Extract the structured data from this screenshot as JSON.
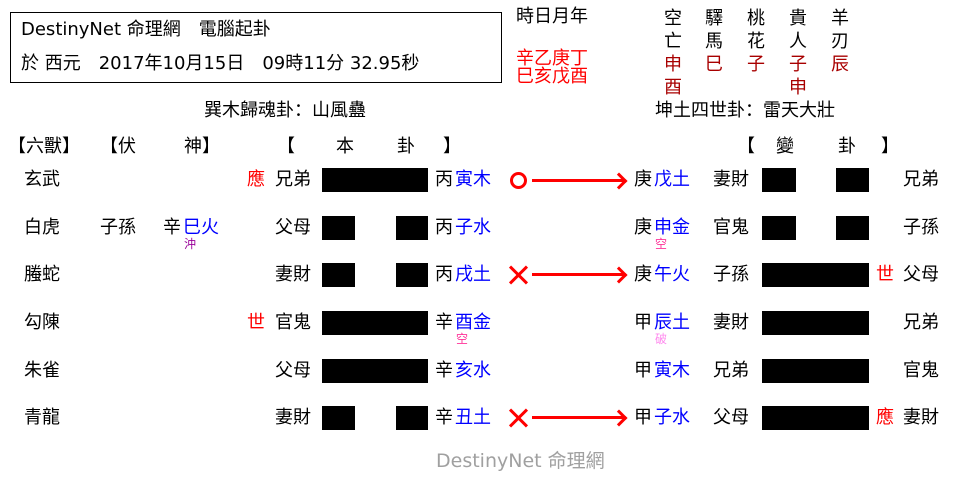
{
  "header": {
    "title_line": "DestinyNet 命理網　電腦起卦",
    "date_line": "於 西元　2017年10月15日　09時11分 32.95秒"
  },
  "pillars": {
    "label": "時日月年",
    "stems": "辛乙庚丁",
    "branches": "巳亥戊酉"
  },
  "shensha": [
    {
      "name_top": "空",
      "name_bottom": "亡",
      "values": [
        "申",
        "酉"
      ]
    },
    {
      "name_top": "驛",
      "name_bottom": "馬",
      "values": [
        "巳"
      ]
    },
    {
      "name_top": "桃",
      "name_bottom": "花",
      "values": [
        "子"
      ]
    },
    {
      "name_top": "貴",
      "name_bottom": "人",
      "values": [
        "子",
        "申"
      ]
    },
    {
      "name_top": "羊",
      "name_bottom": "刃",
      "values": [
        "辰"
      ]
    }
  ],
  "main_hexagram_title": "巽木歸魂卦：山風蠱",
  "changed_hexagram_title": "坤土四世卦：雷天大壯",
  "column_headers": {
    "liushou": "【六獸】",
    "fushen_open": "【伏",
    "fushen_close": "神】",
    "main_open": "【",
    "main_ben": "本",
    "main_gua": "卦",
    "main_close": "】",
    "changed_open": "【",
    "changed_bian": "變",
    "changed_gua": "卦",
    "changed_close": "】"
  },
  "lines": [
    {
      "liushou": "玄武",
      "fushen_relation": "",
      "fushen_stem": "",
      "fushen_branch": "",
      "fushen_note": "",
      "marker": "應",
      "relation": "兄弟",
      "yang": true,
      "stem": "丙",
      "branch_element": "寅木",
      "branch_note": "",
      "moving": "circle",
      "changed_stem": "庚",
      "changed_branch_element": "戊土",
      "changed_note": "",
      "changed_relation": "妻財",
      "changed_yang": false,
      "changed_marker": "",
      "changed_position_relation": "兄弟"
    },
    {
      "liushou": "白虎",
      "fushen_relation": "子孫",
      "fushen_stem": "辛",
      "fushen_branch": "巳火",
      "fushen_note": "沖",
      "marker": "",
      "relation": "父母",
      "yang": false,
      "stem": "丙",
      "branch_element": "子水",
      "branch_note": "",
      "moving": "",
      "changed_stem": "庚",
      "changed_branch_element": "申金",
      "changed_note": "空",
      "changed_relation": "官鬼",
      "changed_yang": false,
      "changed_marker": "",
      "changed_position_relation": "子孫"
    },
    {
      "liushou": "螣蛇",
      "fushen_relation": "",
      "fushen_stem": "",
      "fushen_branch": "",
      "fushen_note": "",
      "marker": "",
      "relation": "妻財",
      "yang": false,
      "stem": "丙",
      "branch_element": "戌土",
      "branch_note": "",
      "moving": "cross",
      "changed_stem": "庚",
      "changed_branch_element": "午火",
      "changed_note": "",
      "changed_relation": "子孫",
      "changed_yang": true,
      "changed_marker": "世",
      "changed_position_relation": "父母"
    },
    {
      "liushou": "勾陳",
      "fushen_relation": "",
      "fushen_stem": "",
      "fushen_branch": "",
      "fushen_note": "",
      "marker": "世",
      "relation": "官鬼",
      "yang": true,
      "stem": "辛",
      "branch_element": "酉金",
      "branch_note": "空",
      "moving": "",
      "changed_stem": "甲",
      "changed_branch_element": "辰土",
      "changed_note": "破",
      "changed_relation": "妻財",
      "changed_yang": true,
      "changed_marker": "",
      "changed_position_relation": "兄弟"
    },
    {
      "liushou": "朱雀",
      "fushen_relation": "",
      "fushen_stem": "",
      "fushen_branch": "",
      "fushen_note": "",
      "marker": "",
      "relation": "父母",
      "yang": true,
      "stem": "辛",
      "branch_element": "亥水",
      "branch_note": "",
      "moving": "",
      "changed_stem": "甲",
      "changed_branch_element": "寅木",
      "changed_note": "",
      "changed_relation": "兄弟",
      "changed_yang": true,
      "changed_marker": "",
      "changed_position_relation": "官鬼"
    },
    {
      "liushou": "青龍",
      "fushen_relation": "",
      "fushen_stem": "",
      "fushen_branch": "",
      "fushen_note": "",
      "marker": "",
      "relation": "妻財",
      "yang": false,
      "stem": "辛",
      "branch_element": "丑土",
      "branch_note": "",
      "moving": "cross",
      "changed_stem": "甲",
      "changed_branch_element": "子水",
      "changed_note": "",
      "changed_relation": "父母",
      "changed_yang": true,
      "changed_marker": "應",
      "changed_position_relation": "妻財"
    }
  ],
  "footer": {
    "watermark": "DestinyNet 命理網"
  },
  "colors": {
    "marker_red": "#ff0000",
    "shensha_dark_red": "#a80000",
    "element_blue": "#0000ff",
    "chong_purple": "#990099",
    "kong_pink": "#ff3399",
    "po_light_pink": "#ff88ee",
    "watermark_gray": "#a0a0a0"
  }
}
